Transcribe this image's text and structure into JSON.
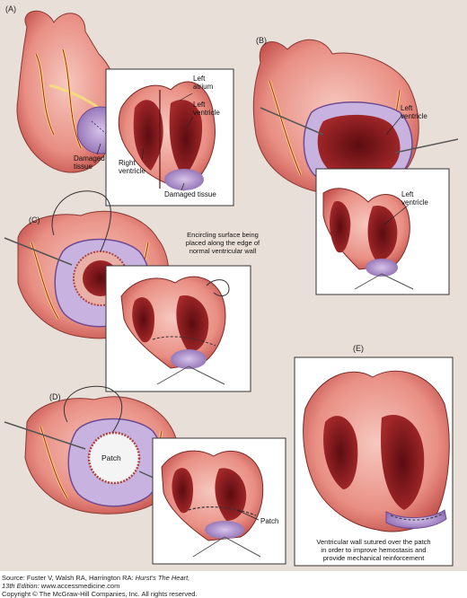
{
  "panels": {
    "a": {
      "letter": "(A)",
      "left_atrium": "Left\natrium",
      "left_ventricle": "Left\nventricle",
      "right_ventricle": "Right\nventricle",
      "damaged_tissue": "Damaged tissue",
      "damaged_tissue_heart": "Damaged\ntissue"
    },
    "b": {
      "letter": "(B)",
      "left_ventricle_top": "Left\nventricle",
      "left_ventricle_inset": "Left\nventricle"
    },
    "c": {
      "letter": "(C)",
      "caption": "Encircling surface being\nplaced along the edge of\nnormal ventricular wall"
    },
    "d": {
      "letter": "(D)",
      "patch_center": "Patch",
      "patch_inset": "Patch"
    },
    "e": {
      "letter": "(E)",
      "caption": "Ventricular wall sutured over the patch\nin order to improve hemostasis and\nprovide mechanical reinforcement"
    }
  },
  "source": {
    "prefix": "Source: Fuster V, Walsh RA, Harrington RA: ",
    "title": "Hurst's The Heart,",
    "edition": "13th Edition:",
    "url": " www.accessmedicine.com",
    "copyright": "Copyright © The McGraw-Hill Companies, Inc. All rights reserved."
  },
  "colors": {
    "background": "#e9dfd9",
    "tissue_light": "#f2b9b0",
    "tissue_dark": "#8e1b1d",
    "damaged": "#b89ad0",
    "inset_bg": "#ffffff"
  }
}
